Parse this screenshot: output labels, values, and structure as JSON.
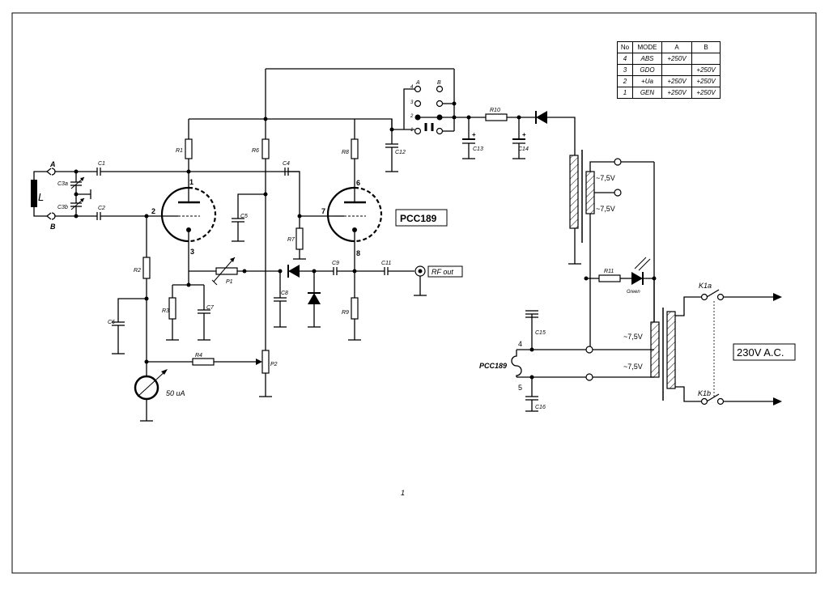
{
  "mode_table": {
    "headers": [
      "No",
      "MODE",
      "A",
      "B"
    ],
    "rows": [
      [
        "4",
        "ABS",
        "+250V",
        ""
      ],
      [
        "3",
        "GDO",
        "",
        "+250V"
      ],
      [
        "2",
        "+Ua",
        "+250V",
        "+250V"
      ],
      [
        "1",
        "GEN",
        "+250V",
        "+250V"
      ]
    ]
  },
  "tube_label": "PCC189",
  "tube_heater_label": "PCC189",
  "mains_label": "230V A.C.",
  "rf_out_label": "RF out",
  "meter_label": "50 uA",
  "coil_label": "L",
  "page_number": "1",
  "components": {
    "R1": "R1",
    "R2": "R2",
    "R3": "R3",
    "R4": "R4",
    "R6": "R6",
    "R7": "R7",
    "R8": "R8",
    "R9": "R9",
    "R10": "R10",
    "R11": "R11",
    "C1": "C1",
    "C2": "C2",
    "C3a": "C3a",
    "C3b": "C3b",
    "C4": "C4",
    "C5": "C5",
    "C6": "C6",
    "C7": "C7",
    "C8": "C8",
    "C9": "C9",
    "C11": "C11",
    "C12": "C12",
    "C13": "C13",
    "C14": "C14",
    "C15": "C15",
    "C16": "C16",
    "P1": "P1",
    "P2": "P2",
    "K1a": "K1a",
    "K1b": "K1b",
    "Green": "Green"
  },
  "pins": {
    "p1": "1",
    "p2": "2",
    "p3": "3",
    "p6": "6",
    "p7": "7",
    "p8": "8",
    "h4": "4",
    "h5": "5"
  },
  "terminals": {
    "A": "A",
    "B": "B",
    "sw_a": "A",
    "sw_b": "B",
    "s4": "4",
    "s3": "3",
    "s2": "2",
    "s1": "1"
  },
  "voltages": {
    "v1": "~7,5V",
    "v2": "~7,5V",
    "v3": "~7,5V",
    "v4": "~7,5V"
  }
}
